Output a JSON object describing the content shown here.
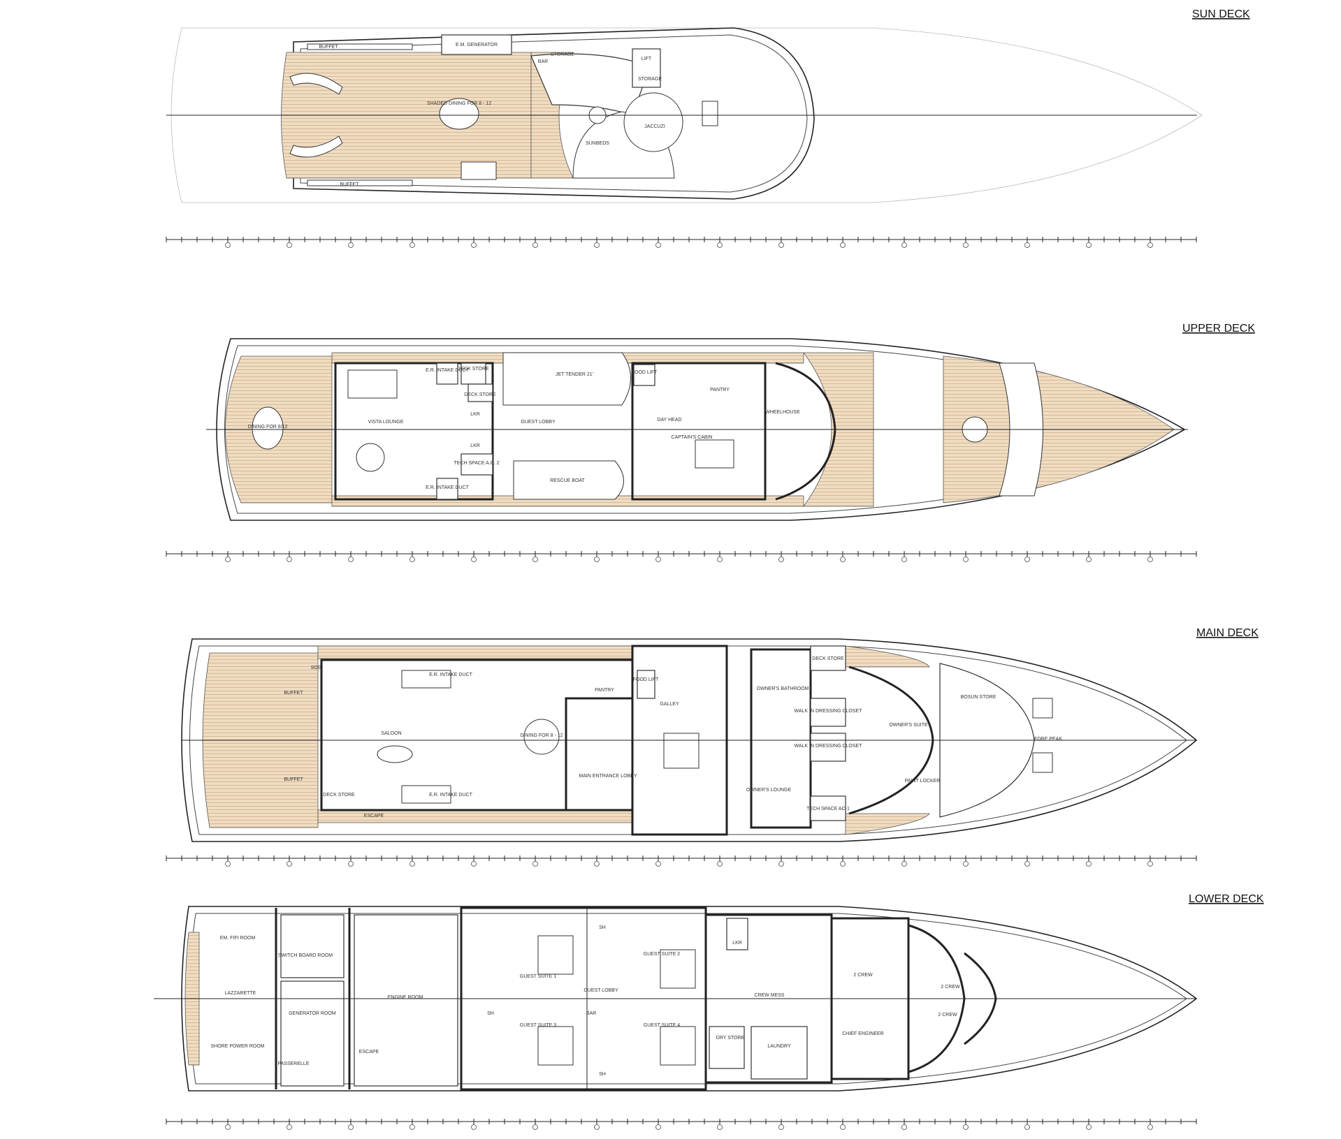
{
  "decks": [
    {
      "id": "sun",
      "title": "SUN DECK",
      "rooms": [
        "BUFFET",
        "E.M. GENERATOR",
        "BAR",
        "STORAGE",
        "LIFT",
        "STORAGE",
        "SHADED DINING FOR 8 - 12",
        "JACCUZI",
        "SUNBEDS",
        "BUFFET"
      ]
    },
    {
      "id": "upper",
      "title": "UPPER DECK",
      "rooms": [
        "E.R. INTAKE DUCT",
        "DECK STORE",
        "DECK STORE",
        "JET TENDER 21'",
        "FOOD LIFT",
        "PANTRY",
        "DINING FOR 8/12",
        "VISTA LOUNGE",
        "LKR",
        "GUEST LOBBY",
        "DAY HEAD",
        "WHEELHOUSE",
        "CAPTAIN'S CABIN",
        "LKR",
        "TECH SPACE A.C. 2",
        "E.R. INTAKE DUCT",
        "RESCUE BOAT"
      ]
    },
    {
      "id": "main",
      "title": "MAIN DECK",
      "rooms": [
        "SOS",
        "E.R. INTAKE DUCT",
        "BUFFET",
        "PANTRY",
        "FOOD LIFT",
        "GALLEY",
        "DECK STORE",
        "OWNER'S BATHROOM",
        "BOSUN STORE",
        "SALOON",
        "DINING FOR 8 - 12",
        "WALK IN DRESSING CLOSET",
        "OWNER'S SUITE",
        "FORE PEAK",
        "WALK IN DRESSING CLOSET",
        "MAIN ENTRANCE LOBBY",
        "BUFFET",
        "OWNER'S LOUNGE",
        "PAINT LOCKER",
        "DECK STORE",
        "E.R. INTAKE DUCT",
        "TECH SPACE AC-1",
        "ESCAPE"
      ]
    },
    {
      "id": "lower",
      "title": "LOWER DECK",
      "rooms": [
        "EM. FIFI ROOM",
        "SWITCH BOARD ROOM",
        "ENGINE ROOM",
        "SH",
        "GUEST SUITE 2",
        "LKR",
        "2 CREW",
        "2 CREW",
        "GUEST SUITE 1",
        "LAZZARETTE",
        "GUEST LOBBY",
        "CREW MESS",
        "GENERATOR ROOM",
        "BAR",
        "2 CREW",
        "SH",
        "DRY STORE",
        "CHIEF ENGINEER",
        "GUEST SUITE 3",
        "GUEST SUITE 4",
        "LAUNDRY",
        "PASSERELLE",
        "SHORE POWER ROOM",
        "SH",
        "ESCAPE"
      ]
    }
  ]
}
